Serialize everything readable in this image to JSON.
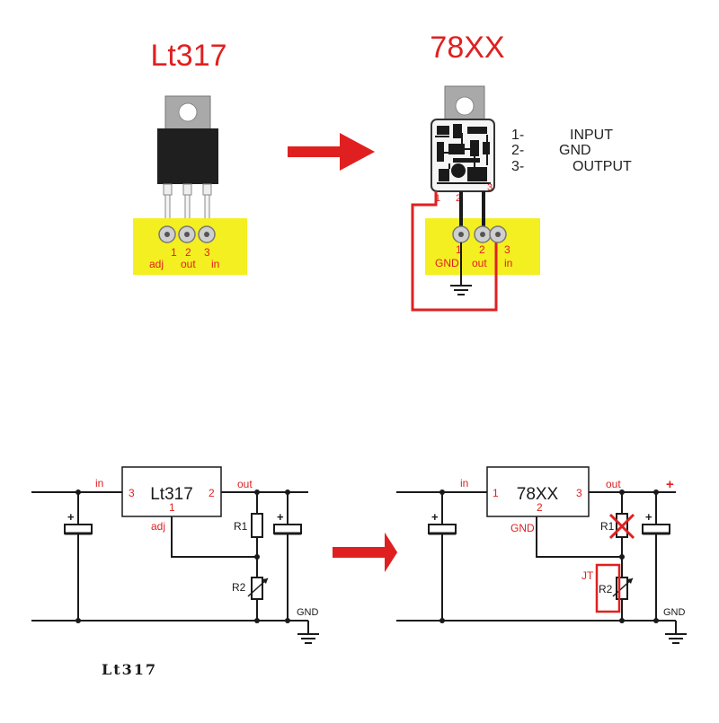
{
  "colors": {
    "red": "#e02020",
    "yellow": "#f4ef21",
    "black": "#1a1a1a",
    "wire": "#222222",
    "grey": "#9a9a9a"
  },
  "top": {
    "left_title": "Lt317",
    "right_title": "78XX",
    "left_pins": {
      "num1": "1",
      "num2": "2",
      "num3": "3",
      "name1": "adj",
      "name2": "out",
      "name3": "in"
    },
    "right_pins": {
      "pcb1": "1",
      "pcb2": "2",
      "pcb3": "3",
      "num1": "1",
      "num2": "2",
      "num3": "3",
      "name1": "GND",
      "name2": "out",
      "name3": "in"
    },
    "pin_legend": [
      {
        "num": "1-",
        "name": "INPUT"
      },
      {
        "num": "2-",
        "name": "GND"
      },
      {
        "num": "3-",
        "name": "OUTPUT"
      }
    ]
  },
  "bottom": {
    "left": {
      "chip": "Lt317",
      "in_label": "in",
      "in_pin": "3",
      "out_label": "out",
      "out_pin": "2",
      "adj_pin": "1",
      "adj_label": "adj",
      "r1": "R1",
      "r2": "R2",
      "gnd": "GND",
      "cap_plus_1": "+",
      "cap_plus_2": "+"
    },
    "right": {
      "chip": "78XX",
      "in_label": "in",
      "in_pin": "1",
      "out_label": "out",
      "out_pin": "3",
      "gnd_pin": "2",
      "gnd_label": "GND",
      "r1": "R1",
      "r2": "R2",
      "jt": "JT",
      "gnd": "GND",
      "plus": "+",
      "cap_plus_1": "+",
      "cap_plus_2": "+"
    },
    "caption": "Lt317"
  },
  "icons": [
    "arrow-right-icon",
    "ground-icon",
    "capacitor-icon",
    "resistor-icon",
    "potentiometer-icon",
    "cross-icon"
  ]
}
